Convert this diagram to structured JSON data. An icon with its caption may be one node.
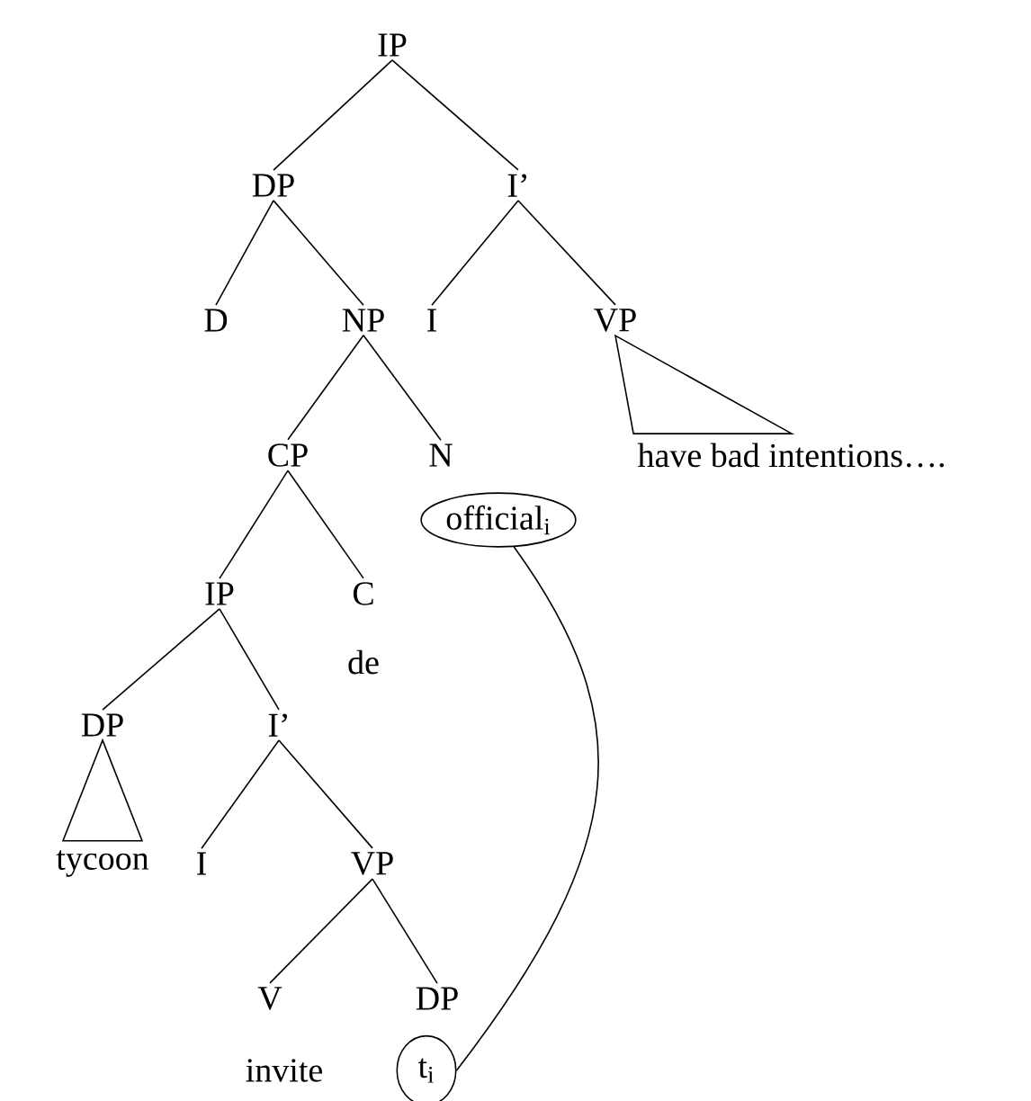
{
  "diagram": {
    "nodes": [
      {
        "text": [
          "IP"
        ]
      },
      {
        "text": [
          "DP"
        ]
      },
      {
        "text": [
          "I’"
        ]
      },
      {
        "text": [
          "D"
        ]
      },
      {
        "text": [
          "NP"
        ]
      },
      {
        "text": [
          "I"
        ]
      },
      {
        "text": [
          "VP"
        ]
      },
      {
        "text": [
          "have bad intentions…."
        ]
      },
      {
        "text": [
          "CP"
        ]
      },
      {
        "text": [
          "N"
        ]
      },
      {
        "text": [
          "official$_{i}$"
        ]
      },
      {
        "text": [
          "IP"
        ]
      },
      {
        "text": [
          "C"
        ]
      },
      {
        "text": [
          "de"
        ]
      },
      {
        "text": [
          "DP"
        ]
      },
      {
        "text": [
          "I’"
        ]
      },
      {
        "text": [
          "tycoon"
        ]
      },
      {
        "text": [
          "I"
        ]
      },
      {
        "text": [
          "VP"
        ]
      },
      {
        "text": [
          "V"
        ]
      },
      {
        "text": [
          "DP"
        ]
      },
      {
        "text": [
          "invite"
        ]
      },
      {
        "text": [
          "t$_{i}$"
        ]
      }
    ],
    "edges": [
      {
        "from": 0,
        "to": 1,
        "arrow": "none"
      },
      {
        "from": 0,
        "to": 2,
        "arrow": "none"
      },
      {
        "from": 1,
        "to": 3,
        "arrow": "none"
      },
      {
        "from": 1,
        "to": 4,
        "arrow": "none"
      },
      {
        "from": 2,
        "to": 5,
        "arrow": "none"
      },
      {
        "from": 2,
        "to": 6,
        "arrow": "none"
      },
      {
        "from": 6,
        "to": 7,
        "arrow": "none"
      },
      {
        "from": 4,
        "to": 8,
        "arrow": "none"
      },
      {
        "from": 4,
        "to": 9,
        "arrow": "none"
      },
      {
        "from": 8,
        "to": 11,
        "arrow": "none"
      },
      {
        "from": 8,
        "to": 12,
        "arrow": "none"
      },
      {
        "from": 11,
        "to": 14,
        "arrow": "none"
      },
      {
        "from": 11,
        "to": 15,
        "arrow": "none"
      },
      {
        "from": 14,
        "to": 16,
        "arrow": "none"
      },
      {
        "from": 15,
        "to": 17,
        "arrow": "none"
      },
      {
        "from": 15,
        "to": 18,
        "arrow": "none"
      },
      {
        "from": 18,
        "to": 19,
        "arrow": "none"
      },
      {
        "from": 18,
        "to": 20,
        "arrow": "none"
      },
      {
        "from": 10,
        "to": 22,
        "arrow": "none"
      }
    ]
  }
}
